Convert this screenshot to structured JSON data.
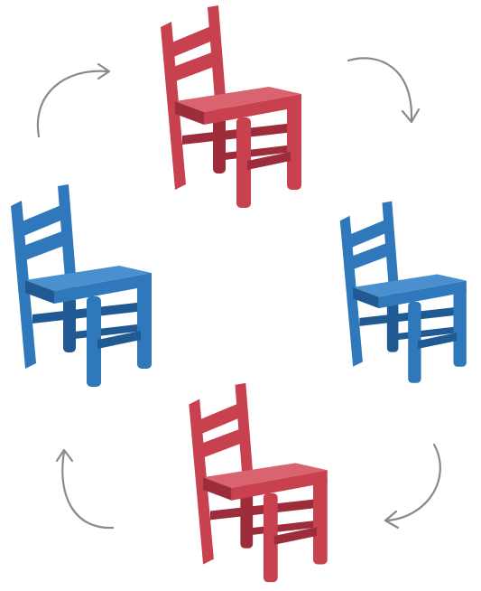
{
  "colors": {
    "red_chair": "#c8414f",
    "red_chair_dark": "#9d2d3a",
    "red_chair_light": "#d9636f",
    "blue_chair": "#2f78bb",
    "blue_chair_dark": "#1f5a92",
    "blue_chair_light": "#4a90cf",
    "arrow": "#8a8a8a"
  },
  "diagram": {
    "nodes": [
      {
        "id": "top",
        "icon": "chair-icon",
        "color": "red",
        "facing": "right"
      },
      {
        "id": "right",
        "icon": "chair-icon",
        "color": "blue",
        "facing": "right"
      },
      {
        "id": "bottom",
        "icon": "chair-icon",
        "color": "red",
        "facing": "right"
      },
      {
        "id": "left",
        "icon": "chair-icon",
        "color": "blue",
        "facing": "right"
      }
    ],
    "cycle": "clockwise",
    "arrows": [
      {
        "from": "top",
        "to": "right",
        "icon": "curved-arrow-icon"
      },
      {
        "from": "right",
        "to": "bottom",
        "icon": "curved-arrow-icon"
      },
      {
        "from": "bottom",
        "to": "left",
        "icon": "curved-arrow-icon"
      },
      {
        "from": "left",
        "to": "top",
        "icon": "curved-arrow-icon"
      }
    ]
  }
}
